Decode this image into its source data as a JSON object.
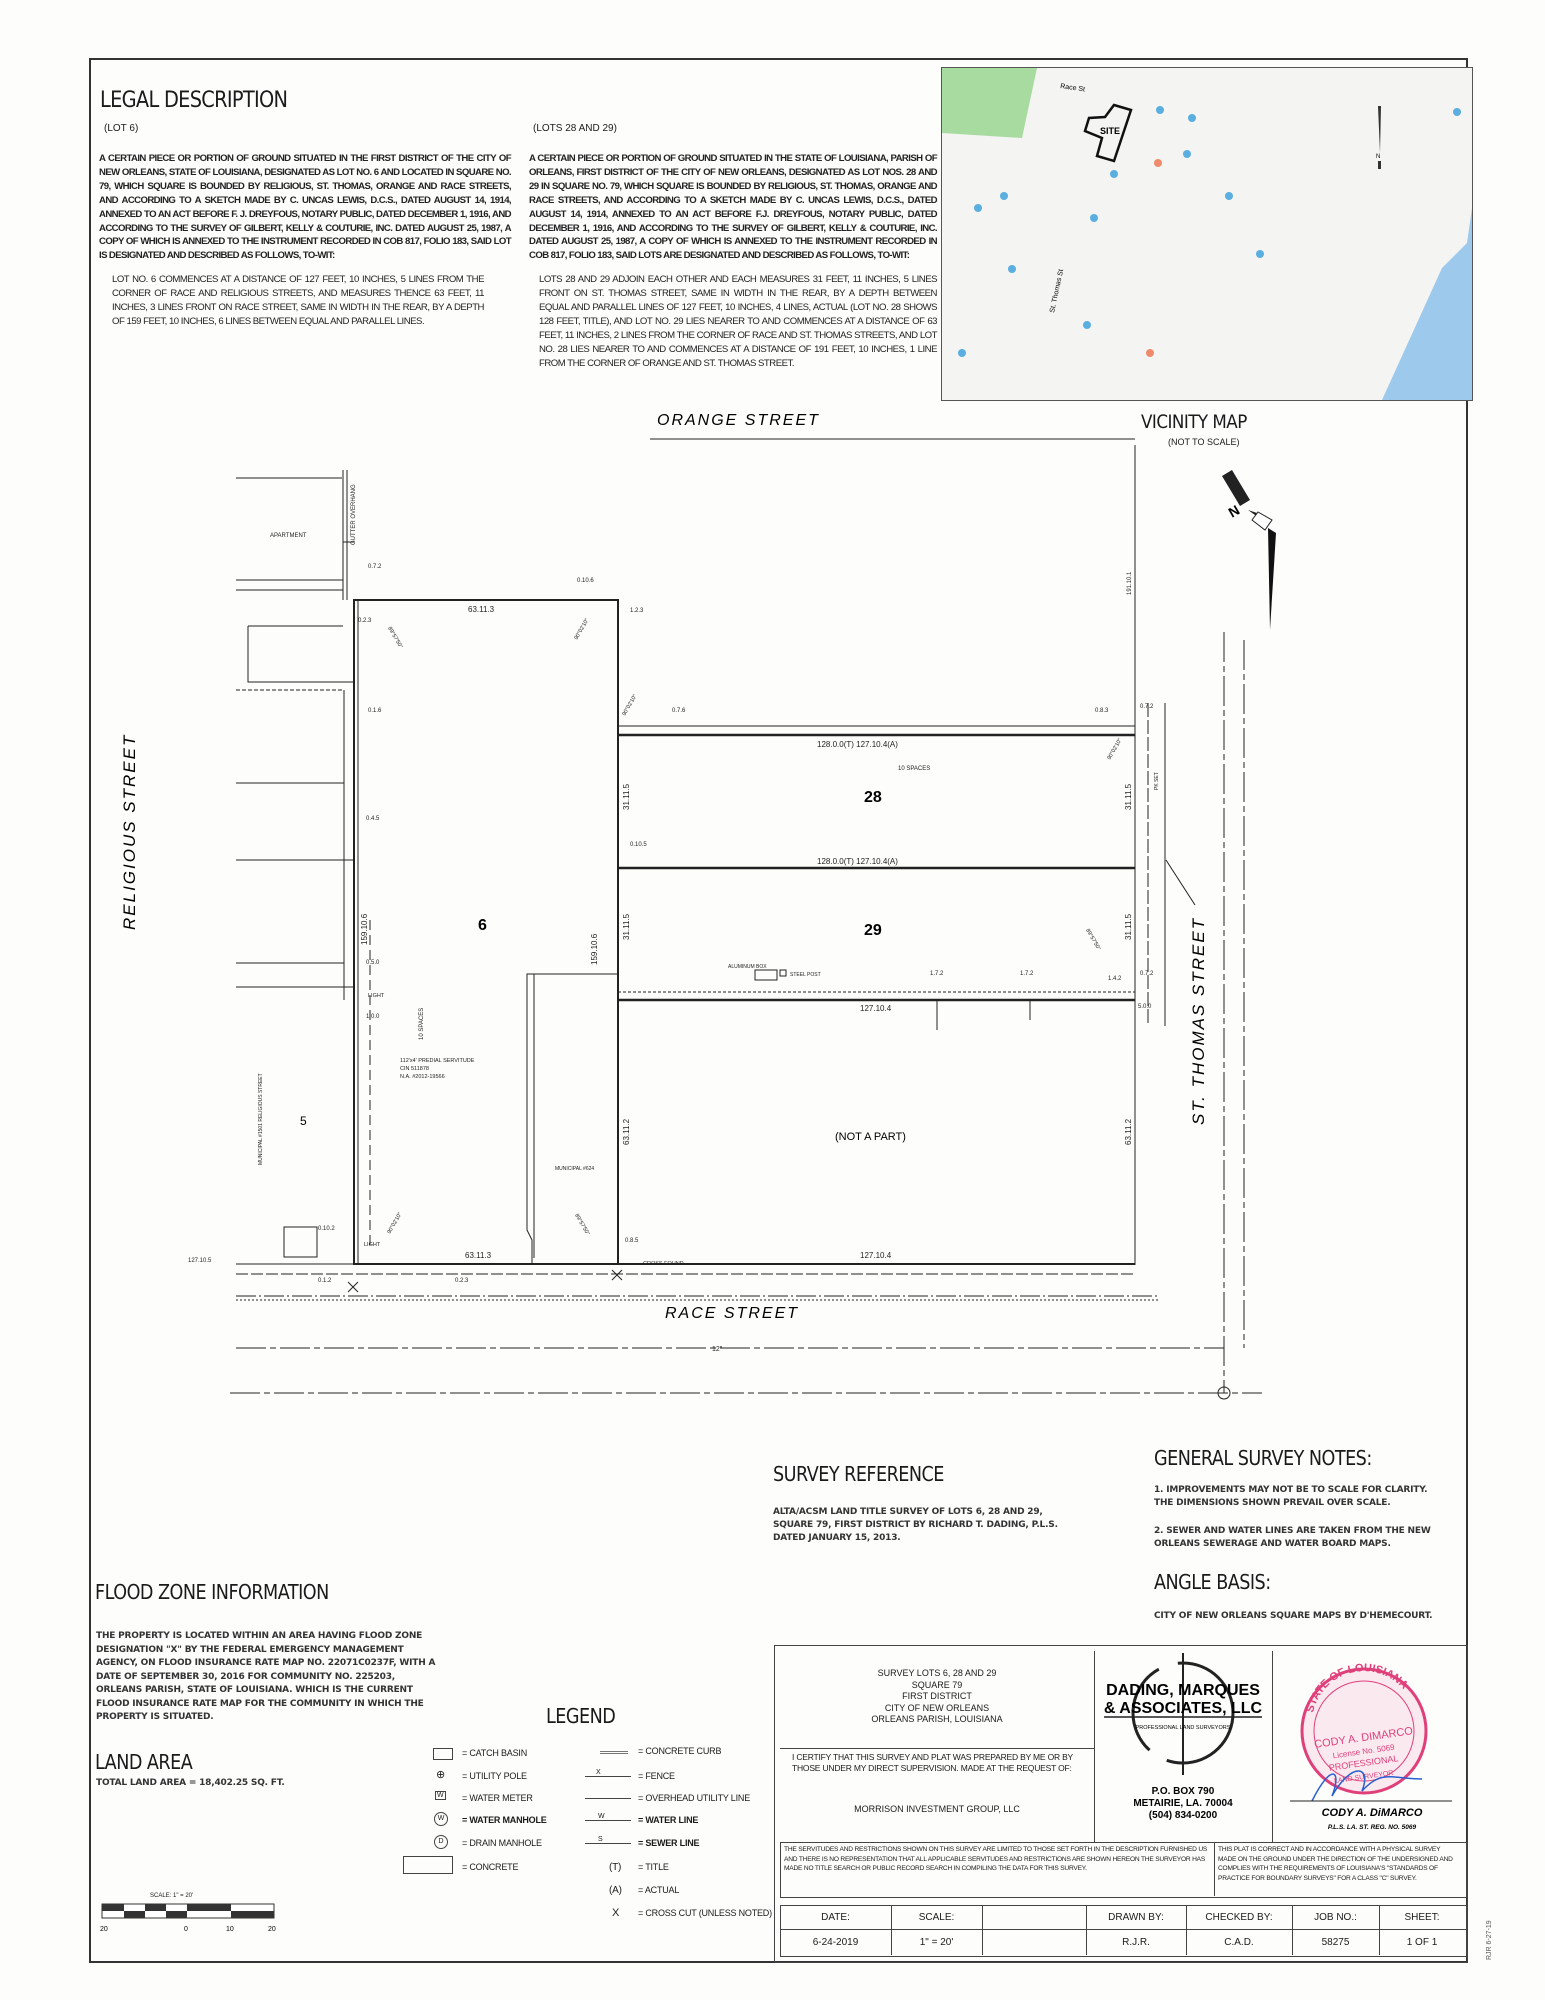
{
  "legal": {
    "title": "LEGAL DESCRIPTION",
    "lot6": {
      "heading": "(LOT 6)",
      "body": "A CERTAIN PIECE OR PORTION OF GROUND SITUATED IN THE FIRST DISTRICT OF THE CITY OF NEW ORLEANS, STATE OF LOUISIANA, DESIGNATED AS LOT NO. 6 AND LOCATED IN SQUARE NO. 79, WHICH SQUARE IS BOUNDED BY RELIGIOUS, ST. THOMAS, ORANGE AND RACE STREETS, AND ACCORDING TO A SKETCH MADE BY C. UNCAS LEWIS, D.C.S., DATED AUGUST 14, 1914, ANNEXED TO AN ACT BEFORE F. J. DREYFOUS, NOTARY PUBLIC, DATED DECEMBER 1, 1916, AND ACCORDING TO THE SURVEY OF GILBERT, KELLY & COUTURIE, INC. DATED AUGUST 25, 1987, A COPY OF WHICH IS ANNEXED TO THE INSTRUMENT RECORDED IN COB 817, FOLIO 183, SAID LOT IS DESIGNATED AND DESCRIBED AS FOLLOWS, TO-WIT:",
      "detail": "LOT NO. 6 COMMENCES AT A DISTANCE OF 127 FEET, 10 INCHES, 5 LINES FROM THE CORNER OF RACE AND RELIGIOUS STREETS, AND MEASURES THENCE 63 FEET, 11 INCHES, 3 LINES FRONT ON RACE STREET, SAME IN WIDTH IN THE REAR, BY A DEPTH OF 159 FEET, 10 INCHES, 6 LINES BETWEEN EQUAL AND PARALLEL LINES."
    },
    "lots2829": {
      "heading": "(LOTS 28 AND 29)",
      "body": "A CERTAIN PIECE OR PORTION OF GROUND SITUATED IN THE STATE OF LOUISIANA, PARISH OF ORLEANS, FIRST DISTRICT OF THE CITY OF NEW ORLEANS, DESIGNATED AS LOT NOS. 28 AND 29 IN SQUARE NO. 79, WHICH SQUARE IS BOUNDED BY RELIGIOUS, ST. THOMAS, ORANGE AND RACE STREETS, AND ACCORDING TO A SKETCH MADE BY C. UNCAS LEWIS, D.C.S., DATED AUGUST 14, 1914, ANNEXED TO AN ACT BEFORE F.J. DREYFOUS, NOTARY PUBLIC, DATED DECEMBER 1, 1916, AND ACCORDING TO THE SURVEY OF GILBERT, KELLY & COUTURIE, INC. DATED AUGUST 25, 1987, A COPY OF WHICH IS ANNEXED TO THE INSTRUMENT RECORDED IN COB 817, FOLIO 183, SAID LOTS ARE DESIGNATED AND DESCRIBED AS FOLLOWS, TO-WIT:",
      "detail": "LOTS 28 AND 29 ADJOIN EACH OTHER AND EACH MEASURES 31 FEET, 11 INCHES, 5 LINES FRONT ON ST. THOMAS STREET, SAME IN WIDTH IN THE REAR, BY A DEPTH BETWEEN EQUAL AND PARALLEL LINES OF 127 FEET, 10 INCHES, 4 LINES, ACTUAL (LOT NO. 28 SHOWS 128 FEET, TITLE), AND LOT NO. 29 LIES NEARER TO AND COMMENCES AT A DISTANCE OF 63 FEET, 11 INCHES, 2 LINES FROM THE CORNER OF RACE AND ST. THOMAS STREETS, AND LOT NO. 28 LIES NEARER TO AND COMMENCES AT A DISTANCE OF 191 FEET, 10 INCHES, 1 LINE FROM THE CORNER OF ORANGE AND ST. THOMAS STREET."
    }
  },
  "vicinity": {
    "title": "VICINITY MAP",
    "subtitle": "(NOT TO SCALE)",
    "street_race": "Race St",
    "street_st_thomas": "St. Thomas St",
    "site_label": "SITE",
    "north_label": "N",
    "colors": {
      "park": "#a8dba0",
      "river": "#9cc9ec",
      "pin_blue": "#5aaee0",
      "pin_orange": "#f08a6c"
    }
  },
  "north_arrow_label": "N",
  "plat": {
    "streets": {
      "orange": "ORANGE STREET",
      "race": "RACE STREET",
      "religious": "RELIGIOUS STREET",
      "st_thomas": "ST. THOMAS STREET"
    },
    "lots": {
      "lot6": "6",
      "lot28": "28",
      "lot29": "29",
      "lot5": "5",
      "not_a_part": "(NOT A PART)"
    },
    "labels": {
      "apartment": "APARTMENT",
      "gutter": "GUTTER OVERHANG",
      "lot6_top": "63.11.3",
      "lot6_bottom": "63.11.3",
      "lot6_left": "159.10.6",
      "lot6_right": "159.10.6",
      "lot28_top": "128.0.0(T)   127.10.4(A)",
      "lot28_bottom": "128.0.0(T)   127.10.4(A)",
      "spaces28": "10 SPACES",
      "spaces6": "10 SPACES",
      "w28_left": "31.11.5",
      "w28_right": "31.11.5",
      "w29_left": "31.11.5",
      "w29_right": "31.11.5",
      "lot29_bottom": "127.10.4",
      "nap_bottom": "127.10.4",
      "nap_left": "63.11.2",
      "nap_right": "63.11.2",
      "left_bottom": "127.10.5",
      "right_top": "191.10.1",
      "aluminum_box": "ALUMINUM BOX",
      "steel_post": "STEEL POST",
      "municipal_624": "MUNICIPAL #624",
      "municipal_1501": "MUNICIPAL #1501 RELIGIOUS STREET",
      "servitude_1": "112'x4' PREDIAL SERVITUDE",
      "servitude_2": "CIN 511878",
      "servitude_3": "N.A. #2012-19566",
      "light_1": "LIGHT",
      "light_2": "LIGHT",
      "cross_found": "CROSS FOUND",
      "angle_1": "90°02'10\"",
      "angle_2": "89°57'50\"",
      "off_072": "0.7.2",
      "off_0106": "0.10.6",
      "off_123": "1.2.3",
      "off_023": "0.2.3",
      "off_016": "0.1.6",
      "off_045": "0.4.5",
      "off_0105": "0.10.5",
      "off_076": "0.7.6",
      "off_083": "0.8.3",
      "off_072b": "0.7.2",
      "off_050": "0.5.0",
      "off_100": "1.0.0",
      "off_172a": "1.7.2",
      "off_172b": "1.7.2",
      "off_142": "1.4.2",
      "off_0102": "0.10.2",
      "off_012": "0.1.2",
      "off_023b": "0.2.3",
      "off_085": "0.8.5",
      "off_500": "5.0.0",
      "pk_set": "PK SET",
      "water_12": "12\""
    }
  },
  "survey_reference": {
    "title": "SURVEY REFERENCE",
    "text": "ALTA/ACSM LAND TITLE SURVEY OF LOTS 6, 28 AND 29, SQUARE 79, FIRST DISTRICT BY RICHARD T. DADING, P.L.S. DATED JANUARY 15, 2013."
  },
  "general_notes": {
    "title": "GENERAL SURVEY NOTES:",
    "items": [
      "1. IMPROVEMENTS MAY NOT BE TO SCALE FOR CLARITY. THE DIMENSIONS SHOWN PREVAIL OVER SCALE.",
      "2. SEWER AND WATER LINES ARE TAKEN FROM THE NEW ORLEANS SEWERAGE AND WATER BOARD MAPS."
    ]
  },
  "angle_basis": {
    "title": "ANGLE BASIS:",
    "text": "CITY OF NEW ORLEANS SQUARE MAPS BY D'HEMECOURT."
  },
  "flood_zone": {
    "title": "FLOOD ZONE INFORMATION",
    "text": "THE PROPERTY IS LOCATED WITHIN AN AREA HAVING FLOOD ZONE DESIGNATION \"X\" BY THE FEDERAL EMERGENCY MANAGEMENT AGENCY, ON FLOOD INSURANCE RATE MAP NO. 22071C0237F, WITH A DATE OF SEPTEMBER 30, 2016 FOR COMMUNITY NO. 225203, ORLEANS PARISH, STATE OF LOUISIANA. WHICH IS THE CURRENT FLOOD INSURANCE RATE MAP FOR THE COMMUNITY IN WHICH THE PROPERTY IS SITUATED."
  },
  "land_area": {
    "title": "LAND AREA",
    "text": "TOTAL LAND AREA = 18,402.25 SQ. FT."
  },
  "legend": {
    "title": "LEGEND",
    "left": [
      "= CATCH BASIN",
      "= UTILITY POLE",
      "= WATER METER",
      "= WATER MANHOLE",
      "= DRAIN MANHOLE",
      "= CONCRETE"
    ],
    "right": [
      "= CONCRETE CURB",
      "= FENCE",
      "= OVERHEAD UTILITY LINE",
      "= WATER LINE",
      "= SEWER LINE",
      "= TITLE",
      "= ACTUAL",
      "= CROSS CUT (UNLESS NOTED)"
    ],
    "symbols": {
      "water_meter": "W",
      "water_manhole": "W",
      "drain_manhole": "D",
      "title": "(T)",
      "actual": "(A)",
      "cross": "X",
      "fence": "X",
      "water": "W",
      "sewer": "S"
    }
  },
  "scale_bar": {
    "label": "SCALE: 1\" = 20'",
    "ticks": [
      "20",
      "0",
      "10",
      "20"
    ]
  },
  "title_block": {
    "project_lines": [
      "SURVEY LOTS 6, 28 AND 29",
      "SQUARE 79",
      "FIRST DISTRICT",
      "CITY OF NEW ORLEANS",
      "ORLEANS PARISH, LOUISIANA"
    ],
    "certify": "I CERTIFY THAT THIS SURVEY AND PLAT WAS PREPARED BY ME OR BY THOSE UNDER MY DIRECT SUPERVISION. MADE AT THE REQUEST OF:",
    "client": "MORRISON INVESTMENT GROUP, LLC",
    "firm_line1": "DADING, MARQUES",
    "firm_line2": "& ASSOCIATES, LLC",
    "firm_badge": "PROFESSIONAL LAND SURVEYORS",
    "address": [
      "P.O. BOX 790",
      "METAIRIE, LA. 70004",
      "(504) 834-0200"
    ],
    "stamp": {
      "state": "STATE OF LOUISIANA",
      "name": "CODY A. DIMARCO",
      "license": "License No. 5069",
      "professional": "PROFESSIONAL",
      "role": "LAND SURVEYOR",
      "color": "#e0407a"
    },
    "surveyor_name": "CODY A. DiMARCO",
    "surveyor_reg": "P.L.S. LA. ST. REG. NO. 5069",
    "servitudes": "THE SERVITUDES AND RESTRICTIONS SHOWN ON THIS SURVEY ARE LIMITED TO THOSE SET FORTH IN THE DESCRIPTION FURNISHED US AND THERE IS NO REPRESENTATION THAT ALL APPLICABLE SERVITUDES AND RESTRICTIONS ARE SHOWN HEREON THE SURVEYOR HAS MADE NO TITLE SEARCH OR PUBLIC RECORD SEARCH IN COMPILING THE DATA FOR THIS SURVEY.",
    "correct": "THIS PLAT IS CORRECT AND IN ACCORDANCE WITH A PHYSICAL SURVEY MADE ON THE GROUND UNDER THE DIRECTION OF THE UNDERSIGNED AND COMPLIES WITH THE REQUIREMENTS OF LOUISIANA'S \"STANDARDS OF PRACTICE FOR BOUNDARY SURVEYS\" FOR A CLASS \"C\" SURVEY.",
    "table_headers": [
      "DATE:",
      "SCALE:",
      "",
      "DRAWN BY:",
      "CHECKED BY:",
      "JOB NO.:",
      "SHEET:"
    ],
    "table_values": [
      "6-24-2019",
      "1\" = 20'",
      "",
      "R.J.R.",
      "C.A.D.",
      "58275",
      "1 OF 1"
    ],
    "revision": "RJR 6-27-19"
  }
}
